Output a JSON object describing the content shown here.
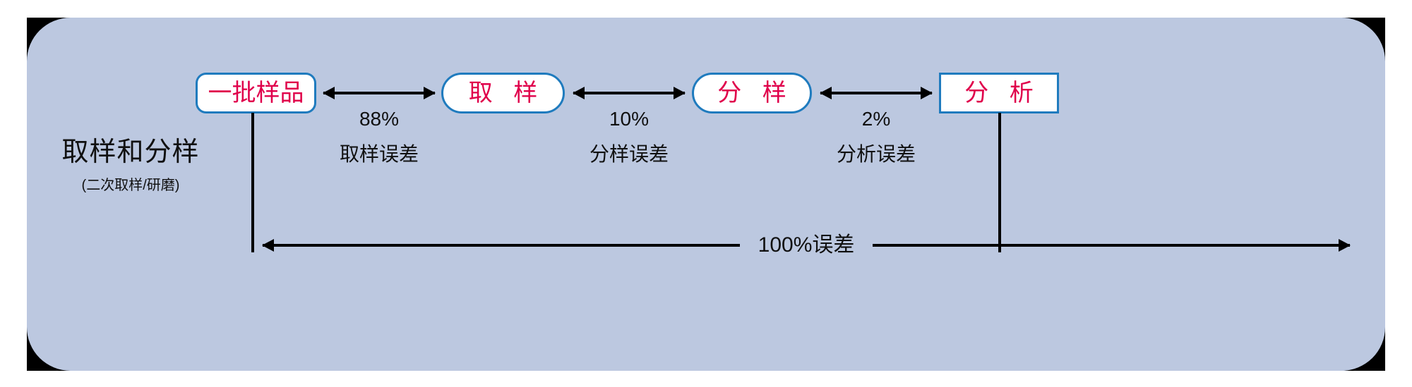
{
  "diagram": {
    "title": "取样和分样",
    "subtitle": "(二次取样/研磨)",
    "colors": {
      "panel_background": "#bcc8e0",
      "backing": "#000000",
      "node_border": "#1f7bbe",
      "node_fill": "#ffffff",
      "node_text": "#e0004b",
      "arrow": "#000000",
      "label_text": "#101010"
    },
    "nodes": [
      {
        "label": "一批样品",
        "shape": "rounded-rect-small-radius"
      },
      {
        "label": "取 样",
        "shape": "rounded-rect-large-radius"
      },
      {
        "label": "分 样",
        "shape": "rounded-rect-large-radius"
      },
      {
        "label": "分 析",
        "shape": "rectangle"
      }
    ],
    "links": [
      {
        "percent": "88%",
        "error": "取样误差",
        "from": "一批样品",
        "to": "取 样",
        "direction": "double"
      },
      {
        "percent": "10%",
        "error": "分样误差",
        "from": "取 样",
        "to": "分 样",
        "direction": "double"
      },
      {
        "percent": "2%",
        "error": "分析误差",
        "from": "分 样",
        "to": "分 析",
        "direction": "double"
      }
    ],
    "total": {
      "label": "100%误差",
      "from": "一批样品",
      "to": "分 析",
      "direction": "double"
    }
  }
}
